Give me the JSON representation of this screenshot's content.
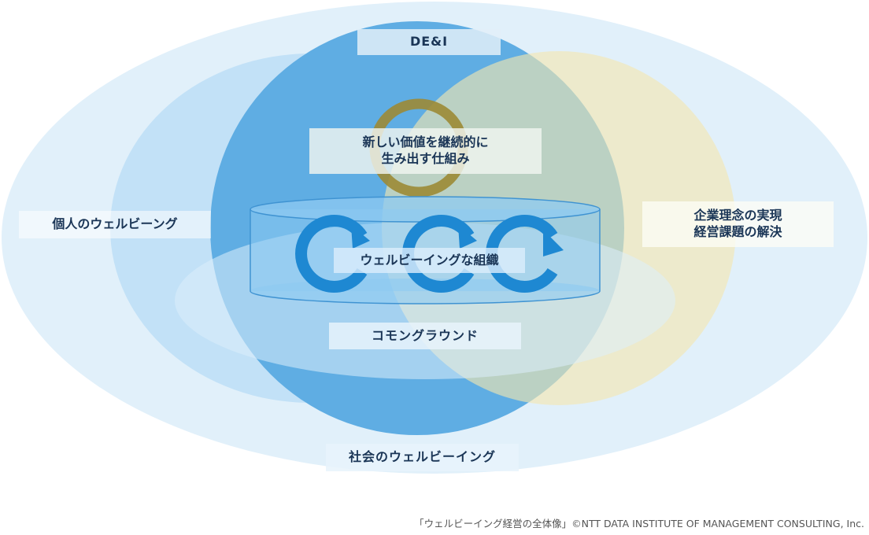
{
  "colors": {
    "outer_ellipse": "#e1f0fa",
    "left_ellipse": "#c2e1f7",
    "center_circle": "#5fade3",
    "right_circle": "#f3e7b0",
    "common_ground": "#ddeefb",
    "gold_ring": "#9c8a35",
    "org_cylinder": "#8dcaf2",
    "org_arrows": "#1e88d2"
  },
  "labels": {
    "dei": "DE&I",
    "mechanism_line1": "新しい価値を継続的に",
    "mechanism_line2": "生み出す仕組み",
    "individual": "個人のウェルビーング",
    "organization": "ウェルビーイングな組織",
    "corporate_line1": "企業理念の実現",
    "corporate_line2": "経営課題の解決",
    "common_ground": "コモングラウンド",
    "society": "社会のウェルビーイング"
  },
  "credit": "「ウェルビーイング経営の全体像」©NTT DATA INSTITUTE OF MANAGEMENT CONSULTING, Inc."
}
